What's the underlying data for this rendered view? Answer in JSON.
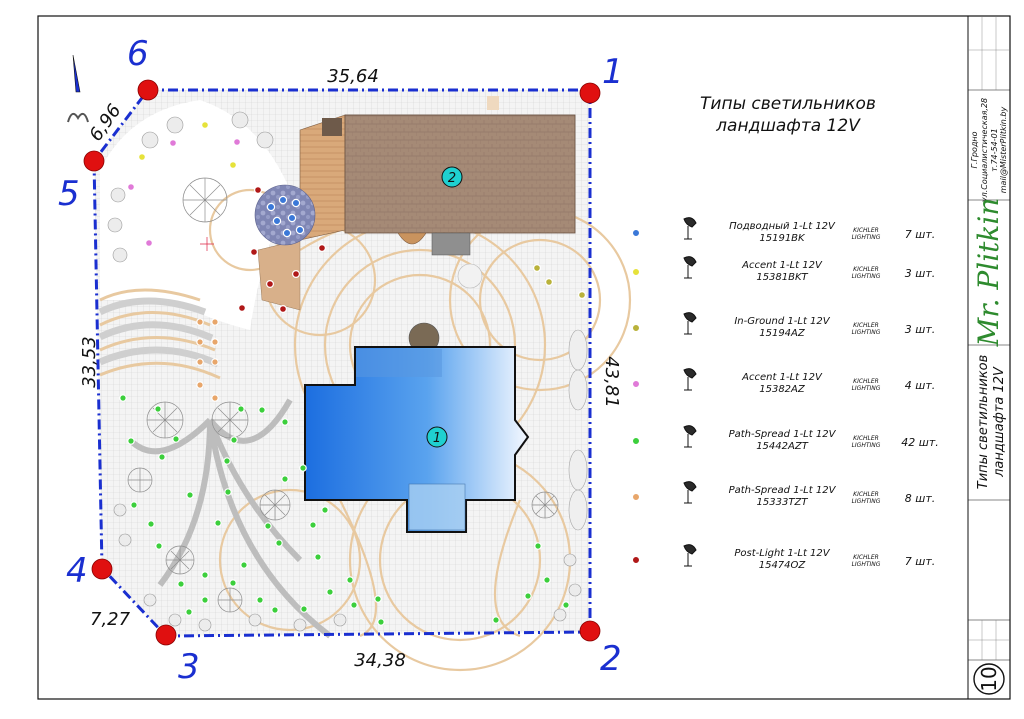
{
  "title": {
    "line1": "Типы светильников",
    "line2": "ландшафта 12V"
  },
  "plot": {
    "corners": [
      "1",
      "2",
      "3",
      "4",
      "5",
      "6"
    ],
    "dimensions": {
      "top": "35,64",
      "right": "43,81",
      "bottom": "34,38",
      "left": "33,53",
      "bottom_left": "7,27",
      "top_left": "6,96"
    },
    "zones": [
      "1",
      "2"
    ]
  },
  "legend": [
    {
      "name_line1": "Подводный 1-Lt 12V",
      "name_line2": "15191BK",
      "brand_line1": "KICHLER",
      "brand_line2": "LIGHTING",
      "qty": "7 шт.",
      "color": "#3a78d8"
    },
    {
      "name_line1": "Accent 1-Lt 12V",
      "name_line2": "15381BKT",
      "brand_line1": "KICHLER",
      "brand_line2": "LIGHTING",
      "qty": "3 шт.",
      "color": "#e6e23a"
    },
    {
      "name_line1": "In-Ground 1-Lt 12V",
      "name_line2": "15194AZ",
      "brand_line1": "KICHLER",
      "brand_line2": "LIGHTING",
      "qty": "3 шт.",
      "color": "#b9b23a"
    },
    {
      "name_line1": "Accent 1-Lt 12V",
      "name_line2": "15382AZ",
      "brand_line1": "KICHLER",
      "brand_line2": "LIGHTING",
      "qty": "4 шт.",
      "color": "#e07ad8"
    },
    {
      "name_line1": "Path-Spread 1-Lt 12V",
      "name_line2": "15442AZT",
      "brand_line1": "KICHLER",
      "brand_line2": "LIGHTING",
      "qty": "42 шт.",
      "color": "#3ccf3c"
    },
    {
      "name_line1": "Path-Spread 1-Lt 12V",
      "name_line2": "15333TZT",
      "brand_line1": "KICHLER",
      "brand_line2": "LIGHTING",
      "qty": "8 шт.",
      "color": "#e8a66a"
    },
    {
      "name_line1": "Post-Light 1-Lt 12V",
      "name_line2": "15474OZ",
      "brand_line1": "KICHLER",
      "brand_line2": "LIGHTING",
      "qty": "7 шт.",
      "color": "#b01818"
    }
  ],
  "sidebar": {
    "address_line1": "Г.Гродно",
    "address_line2": "ул.Социалистическая,28",
    "address_line3": "т.74-54-01",
    "address_line4": "mail@MisterPlitkin.by",
    "signature": "Mr. Plitkin",
    "sheet_title_line1": "Типы светильников",
    "sheet_title_line2": "ландшафта 12V",
    "page_number": "10"
  },
  "colors": {
    "boundary": "#1a2fd0",
    "corner_marker": "#e01010",
    "pool": "#2f7fe0",
    "house": "#a08470",
    "paving_line": "#e8c9a0"
  }
}
